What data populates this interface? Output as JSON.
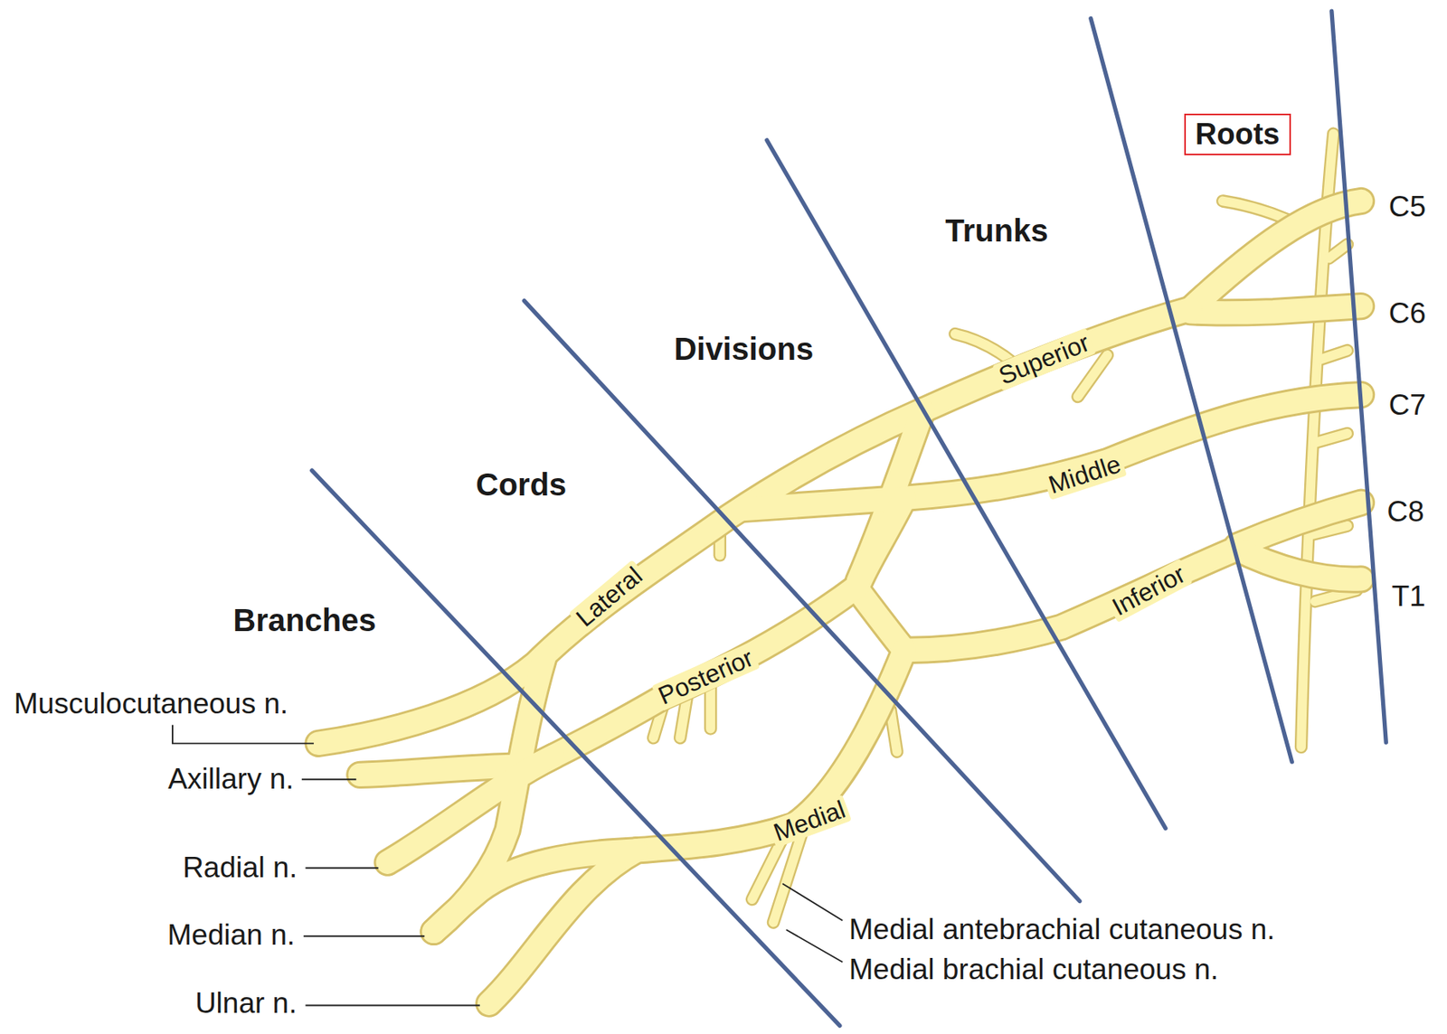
{
  "diagram": {
    "nodes": [
      {
        "text": [
          "Roots"
        ]
      }
    ],
    "labels": [
      "Trunks",
      "Divisions",
      "Cords",
      "Branches",
      "C5",
      "C6",
      "C7",
      "C8",
      "T1",
      "Superior",
      "Middle",
      "Inferior",
      "Lateral",
      "Posterior",
      "Medial",
      "Musculocutaneous n.",
      "Axillary n.",
      "Radial n.",
      "Median n.",
      "Ulnar n.",
      "Medial antebrachial cutaneous n.",
      "Medial brachial cutaneous n."
    ]
  }
}
